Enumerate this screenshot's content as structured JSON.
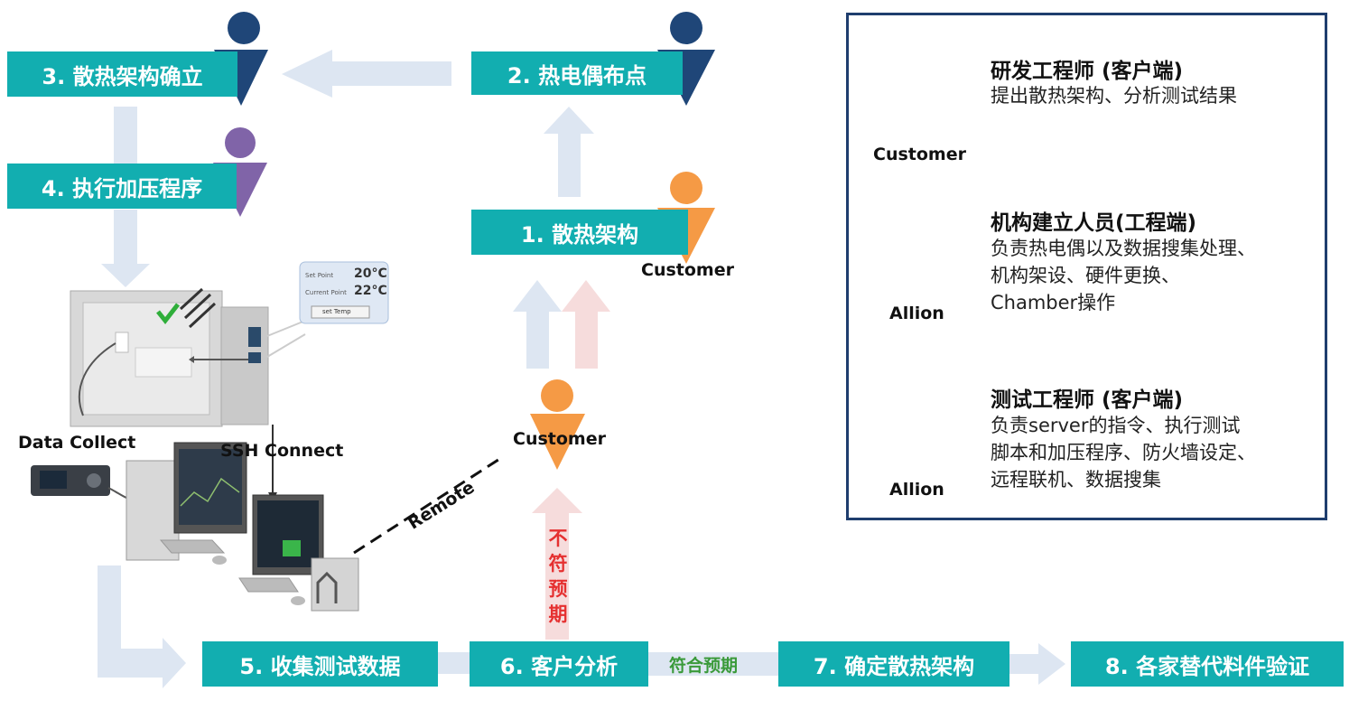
{
  "colors": {
    "teal": "#12aeb0",
    "navy": "#1f4678",
    "orange": "#f59a45",
    "purple": "#8064a8",
    "arrow_blue": "#dde6f2",
    "arrow_pink": "#f6dcdc",
    "green_text": "#3a9a3a",
    "red_text": "#e53030"
  },
  "steps": {
    "s1": "1. 散热架构",
    "s2": "2. 热电偶布点",
    "s3": "3. 散热架构确立",
    "s4": "4. 执行加压程序",
    "s5": "5. 收集测试数据",
    "s6": "6. 客户分析",
    "s7": "7. 确定散热架构",
    "s8": "8. 各家替代料件验证"
  },
  "labels": {
    "customer_1": "Customer",
    "customer_2": "Customer",
    "data_collect": "Data Collect",
    "ssh_connect": "SSH Connect",
    "remote": "Remote",
    "meets_expectation": "符合预期",
    "not_meet_expectation": [
      "不",
      "符",
      "预",
      "期"
    ]
  },
  "chamber_panel": {
    "set_point_label": "Set Point",
    "set_point_value": "20°C",
    "current_point_label": "Current Point",
    "current_point_value": "22°C",
    "set_temp_button": "set Temp"
  },
  "legend": {
    "customer": {
      "role": "Customer",
      "title": "研发工程师 (客户端)",
      "desc": [
        "提出散热架构、分析测试结果"
      ]
    },
    "allion_mech": {
      "role": "Allion",
      "title": "机构建立人员(工程端)",
      "desc": [
        "负责热电偶以及数据搜集处理、",
        "机构架设、硬件更换、",
        "Chamber操作"
      ]
    },
    "allion_test": {
      "role": "Allion",
      "title": "测试工程师 (客户端)",
      "desc": [
        "负责server的指令、执行测试",
        "脚本和加压程序、防火墙设定、",
        "远程联机、数据搜集"
      ]
    }
  }
}
